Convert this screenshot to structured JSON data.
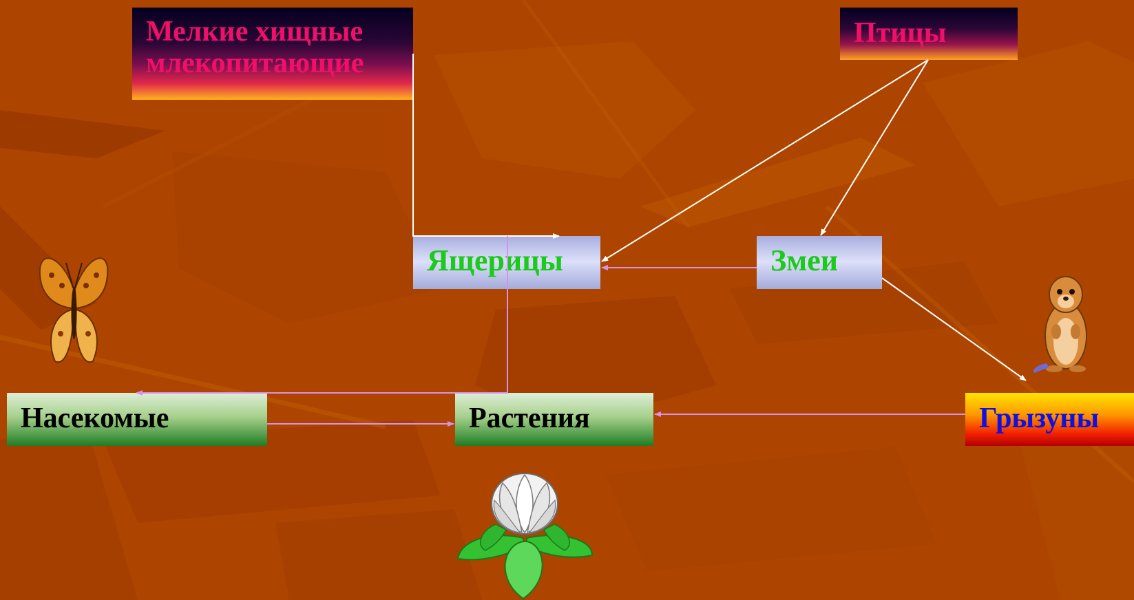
{
  "colors": {
    "background": "#ad4400",
    "connector_white": "#ffffff",
    "connector_violet": "#d792e8",
    "text_magenta": "#f0106a",
    "text_green": "#1cc91c",
    "text_black": "#000000",
    "text_blue": "#1010e0"
  },
  "nodes": {
    "mammals": {
      "label": "Мелкие хищные млекопитающие"
    },
    "birds": {
      "label": "Птицы"
    },
    "lizards": {
      "label": "Ящерицы"
    },
    "snakes": {
      "label": "Змеи"
    },
    "insects": {
      "label": "Насекомые"
    },
    "plants": {
      "label": "Растения"
    },
    "rodents": {
      "label": "Грызуны"
    }
  },
  "connections": [
    {
      "from": "mammals",
      "to": "lizards",
      "color": "white"
    },
    {
      "from": "birds",
      "to": "lizards",
      "color": "white"
    },
    {
      "from": "birds",
      "to": "snakes",
      "color": "white"
    },
    {
      "from": "snakes",
      "to": "rodents",
      "color": "white"
    },
    {
      "from": "snakes",
      "to": "lizards",
      "color": "violet"
    },
    {
      "from": "lizards",
      "to": "insects",
      "color": "violet"
    },
    {
      "from": "insects",
      "to": "plants",
      "color": "violet"
    },
    {
      "from": "rodents",
      "to": "plants",
      "color": "violet"
    }
  ],
  "pictures": {
    "butterfly": "butterfly-icon",
    "gopher": "gopher-icon",
    "flower": "flower-icon"
  }
}
